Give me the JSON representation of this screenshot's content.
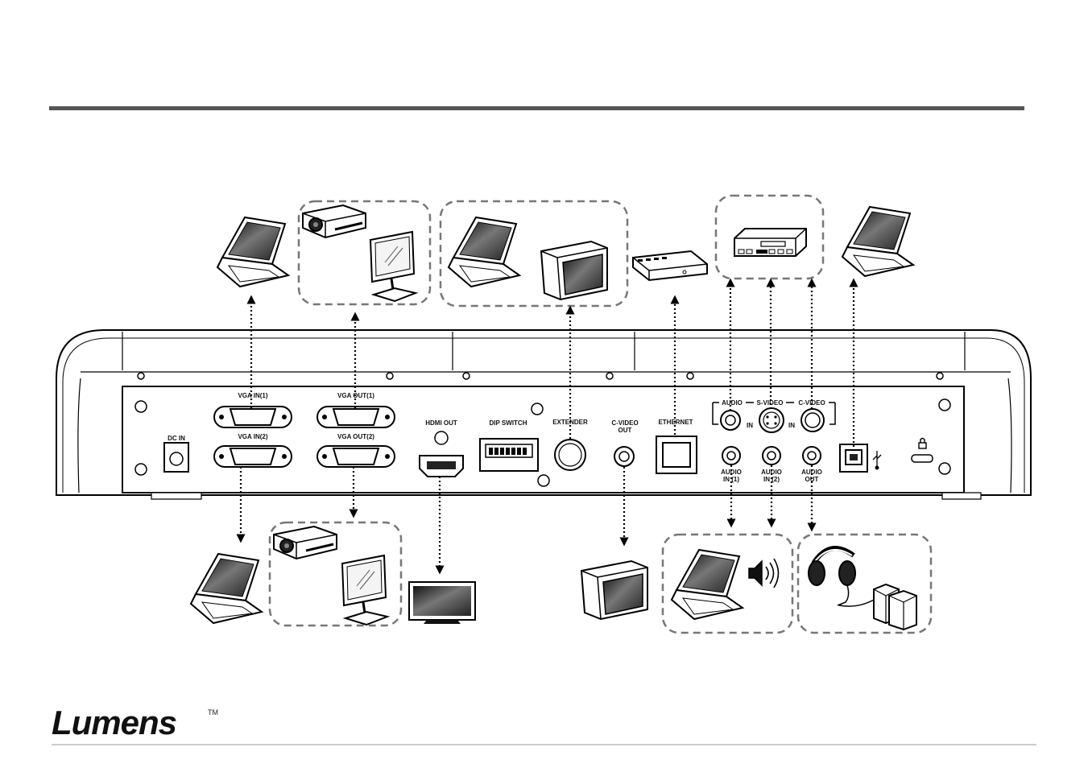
{
  "brand": {
    "name": "Lumens",
    "trademark": "TM"
  },
  "ports": {
    "dc_in": "DC IN",
    "vga_in_1": "VGA IN(1)",
    "vga_in_2": "VGA IN(2)",
    "vga_out_1": "VGA OUT(1)",
    "vga_out_2": "VGA OUT(2)",
    "hdmi_out": "HDMI OUT",
    "dip_switch": "DIP SWITCH",
    "extender": "EXTENDER",
    "c_video_out_1": "C-VIDEO",
    "c_video_out_2": "OUT",
    "ethernet": "ETHERNET",
    "audio_group": "AUDIO",
    "s_video_group": "S-VIDEO",
    "c_video_group": "C-VIDEO",
    "in_a": "IN",
    "in_b": "IN",
    "audio_in_1_a": "AUDIO",
    "audio_in_1_b": "IN (1)",
    "audio_in_2_a": "AUDIO",
    "audio_in_2_b": "IN (2)",
    "audio_out_a": "AUDIO",
    "audio_out_b": "OUT"
  },
  "icons": [
    "laptop-icon",
    "projector-icon",
    "monitor-icon",
    "crt-tv-icon",
    "router-icon",
    "vcr-icon",
    "flat-tv-icon",
    "speaker-icon",
    "headphones-icon",
    "desktop-speakers-icon",
    "usb-icon",
    "lock-icon"
  ]
}
